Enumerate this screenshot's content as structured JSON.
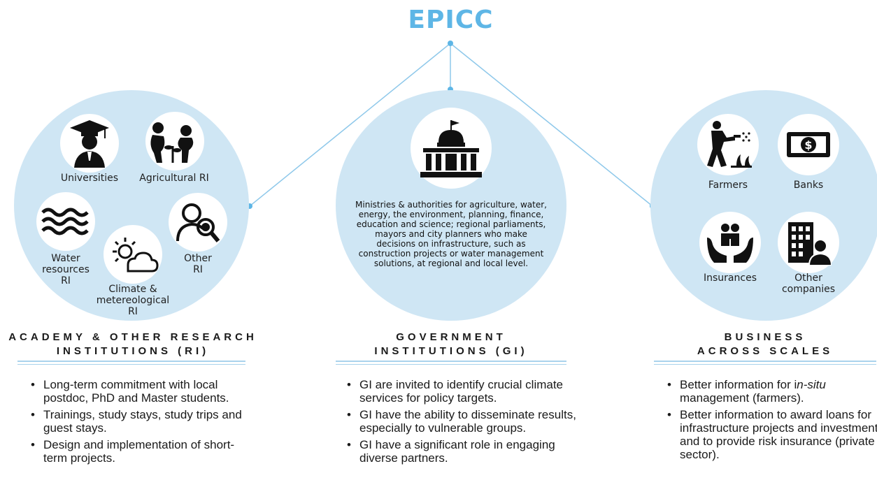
{
  "title": "EPICC",
  "colors": {
    "accent": "#5eb6e6",
    "circle": "#cfe6f4",
    "line": "#a9d3ec"
  },
  "groups": [
    {
      "heading_lines": [
        "ACADEMY & OTHER RESEARCH",
        "INSTITUTIONS (RI)"
      ],
      "nodes": [
        {
          "label": "Universities",
          "icon": "graduate-icon"
        },
        {
          "label": "Agricultural RI",
          "icon": "agriculture-research-icon"
        },
        {
          "label": "Water\nresources\nRI",
          "icon": "water-waves-icon"
        },
        {
          "label": "Climate &\nmetereological\nRI",
          "icon": "sun-cloud-icon"
        },
        {
          "label": "Other\nRI",
          "icon": "magnifier-person-icon"
        }
      ],
      "bullets": [
        "Long-term commitment with local postdoc, PhD and Master students.",
        "Trainings, study stays, study trips and guest stays.",
        "Design and implementation of short-term projects."
      ]
    },
    {
      "heading_lines": [
        "GOVERNMENT",
        "INSTITUTIONS (GI)"
      ],
      "icon": "government-building-icon",
      "description": "Ministries & authorities for agriculture, water, energy, the environment, planning, finance, education and science; regional parliaments, mayors and city planners who make decisions on infrastructure, such as construction projects or water management solutions, at regional and local level.",
      "bullets": [
        "GI are invited to identify crucial climate services for policy targets.",
        "GI have the ability to disseminate results, especially to vulnerable groups.",
        "GI have a significant role in engaging diverse partners."
      ]
    },
    {
      "heading_lines": [
        "BUSINESS",
        "ACROSS SCALES"
      ],
      "nodes": [
        {
          "label": "Farmers",
          "icon": "farmer-watering-icon"
        },
        {
          "label": "Banks",
          "icon": "banknote-icon"
        },
        {
          "label": "Insurances",
          "icon": "hands-family-icon"
        },
        {
          "label": "Other\ncompanies",
          "icon": "office-building-person-icon"
        }
      ],
      "bullets_rich": [
        {
          "pre": "Better information for i",
          "em": "n-situ",
          "post": " management (farmers)."
        },
        {
          "pre": "Better information to award loans for infrastructure projects and investment; and to provide risk insurance (private sector).",
          "em": "",
          "post": ""
        }
      ]
    }
  ]
}
